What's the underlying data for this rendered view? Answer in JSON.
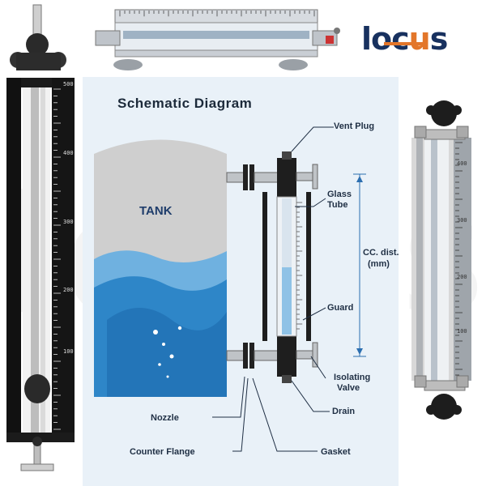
{
  "brand": {
    "logo_prefix": "loc",
    "logo_accent": "u",
    "logo_suffix": "s",
    "accent_color": "#e3762a",
    "brand_color": "#18315f"
  },
  "diagram": {
    "title": "Schematic Diagram",
    "tank_label": "TANK",
    "labels": {
      "vent_plug": "Vent Plug",
      "glass_tube_1": "Glass",
      "glass_tube_2": "Tube",
      "cc_dist_1": "CC. dist.",
      "cc_dist_2": "(mm)",
      "guard": "Guard",
      "isolating_valve_1": "Isolating",
      "isolating_valve_2": "Valve",
      "drain": "Drain",
      "nozzle": "Nozzle",
      "counter_flange": "Counter Flange",
      "gasket": "Gasket"
    }
  },
  "left_gauge_scale": [
    "500",
    "400",
    "300",
    "200",
    "100"
  ],
  "right_gauge_scale": [
    "400",
    "300",
    "200",
    "100"
  ]
}
